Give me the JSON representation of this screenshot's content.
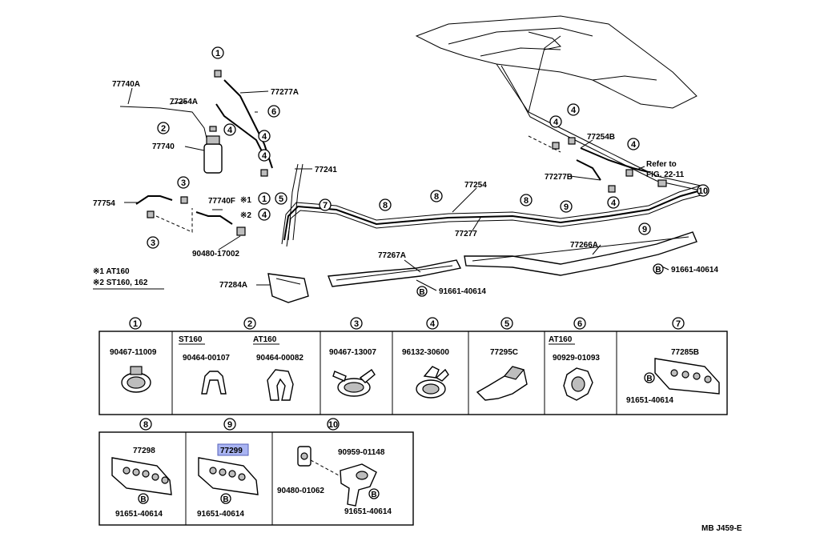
{
  "diagram": {
    "callouts": {
      "c1": "77740A",
      "c2": "77277A",
      "c3": "77254A",
      "c4": "77740",
      "c5": "77241",
      "c6": "77754",
      "c7": "77740F",
      "c8": "90480-17002",
      "c9": "77254",
      "c10": "77277",
      "c11": "77254B",
      "c12": "77277B",
      "c13": "77266A",
      "c14": "77267A",
      "c15": "91661-40614",
      "c16": "91661-40614",
      "c17": "77284A",
      "c18": "Refer to",
      "c19": "FIG. 22-11"
    },
    "circle_labels": [
      "1",
      "2",
      "3",
      "4",
      "5",
      "6",
      "7",
      "8",
      "9",
      "10"
    ],
    "bolt_symbol": "B",
    "star1": "※1",
    "star2": "※2",
    "note1": "※1 AT160",
    "note2": "※2 ST160, 162",
    "table_row1": [
      {
        "num": "1",
        "parts": [
          "90467-11009"
        ]
      },
      {
        "num": "2",
        "headers": [
          "ST160",
          "AT160"
        ],
        "parts": [
          "90464-00107",
          "90464-00082"
        ]
      },
      {
        "num": "3",
        "parts": [
          "90467-13007"
        ]
      },
      {
        "num": "4",
        "parts": [
          "96132-30600"
        ]
      },
      {
        "num": "5",
        "parts": [
          "77295C"
        ]
      },
      {
        "num": "6",
        "headers": [
          "AT160"
        ],
        "parts": [
          "90929-01093"
        ]
      },
      {
        "num": "7",
        "parts": [
          "77285B",
          "91651-40614"
        ]
      }
    ],
    "table_row2": [
      {
        "num": "8",
        "parts": [
          "77298",
          "91651-40614"
        ]
      },
      {
        "num": "9",
        "parts": [
          "77299",
          "91651-40614"
        ]
      },
      {
        "num": "10",
        "parts": [
          "90959-01148",
          "90480-01062",
          "91651-40614"
        ]
      }
    ],
    "figure_code": "MB J459-E"
  }
}
